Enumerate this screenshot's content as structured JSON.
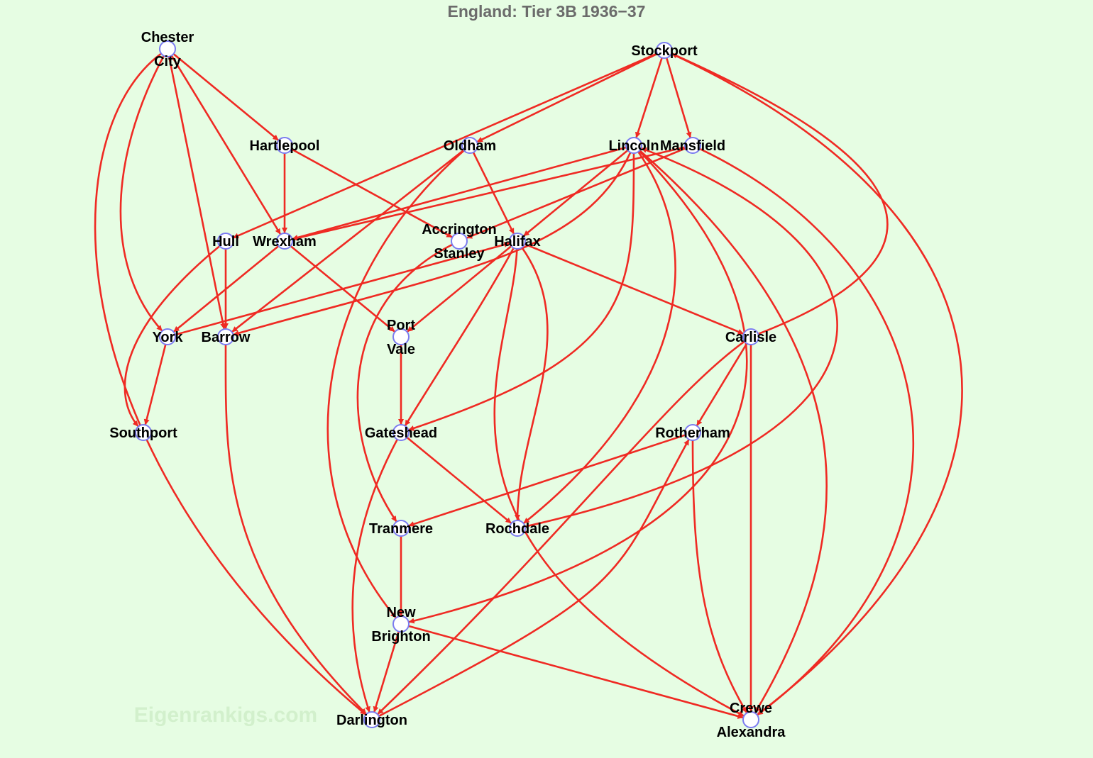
{
  "title": "England: Tier 3B 1936−37",
  "watermark": "Eigenrankigs.com",
  "colors": {
    "background": "#e6fde3",
    "edge": "#ef2a23",
    "node_stroke": "#7b7bf0",
    "node_fill": "#ffffff"
  },
  "nodes": [
    {
      "id": "chester",
      "label_lines": [
        "Chester",
        "City"
      ]
    },
    {
      "id": "stockport",
      "label_lines": [
        "Stockport"
      ]
    },
    {
      "id": "hartlepool",
      "label_lines": [
        "Hartlepool"
      ]
    },
    {
      "id": "oldham",
      "label_lines": [
        "Oldham"
      ]
    },
    {
      "id": "lincoln",
      "label_lines": [
        "Lincoln"
      ]
    },
    {
      "id": "mansfield",
      "label_lines": [
        "Mansfield"
      ]
    },
    {
      "id": "hull",
      "label_lines": [
        "Hull"
      ]
    },
    {
      "id": "wrexham",
      "label_lines": [
        "Wrexham"
      ]
    },
    {
      "id": "accrington",
      "label_lines": [
        "Accrington",
        "Stanley"
      ]
    },
    {
      "id": "halifax",
      "label_lines": [
        "Halifax"
      ]
    },
    {
      "id": "york",
      "label_lines": [
        "York"
      ]
    },
    {
      "id": "barrow",
      "label_lines": [
        "Barrow"
      ]
    },
    {
      "id": "portvale",
      "label_lines": [
        "Port",
        "Vale"
      ]
    },
    {
      "id": "carlisle",
      "label_lines": [
        "Carlisle"
      ]
    },
    {
      "id": "southport",
      "label_lines": [
        "Southport"
      ]
    },
    {
      "id": "gateshead",
      "label_lines": [
        "Gateshead"
      ]
    },
    {
      "id": "rotherham",
      "label_lines": [
        "Rotherham"
      ]
    },
    {
      "id": "tranmere",
      "label_lines": [
        "Tranmere"
      ]
    },
    {
      "id": "rochdale",
      "label_lines": [
        "Rochdale"
      ]
    },
    {
      "id": "newbrighton",
      "label_lines": [
        "New",
        "Brighton"
      ]
    },
    {
      "id": "darlington",
      "label_lines": [
        "Darlington"
      ]
    },
    {
      "id": "crewe",
      "label_lines": [
        "Crewe",
        "Alexandra"
      ]
    }
  ],
  "edges": [
    {
      "from": "chester",
      "to": "hartlepool"
    },
    {
      "from": "chester",
      "to": "wrexham"
    },
    {
      "from": "chester",
      "to": "york"
    },
    {
      "from": "chester",
      "to": "barrow"
    },
    {
      "from": "chester",
      "to": "darlington"
    },
    {
      "from": "stockport",
      "to": "oldham"
    },
    {
      "from": "stockport",
      "to": "lincoln"
    },
    {
      "from": "stockport",
      "to": "mansfield"
    },
    {
      "from": "stockport",
      "to": "hull"
    },
    {
      "from": "stockport",
      "to": "crewe"
    },
    {
      "from": "carlisle",
      "to": "stockport"
    },
    {
      "from": "hartlepool",
      "to": "wrexham"
    },
    {
      "from": "hartlepool",
      "to": "accrington"
    },
    {
      "from": "oldham",
      "to": "halifax"
    },
    {
      "from": "oldham",
      "to": "barrow"
    },
    {
      "from": "oldham",
      "to": "newbrighton"
    },
    {
      "from": "lincoln",
      "to": "wrexham"
    },
    {
      "from": "lincoln",
      "to": "halifax"
    },
    {
      "from": "lincoln",
      "to": "barrow"
    },
    {
      "from": "lincoln",
      "to": "gateshead"
    },
    {
      "from": "lincoln",
      "to": "rochdale"
    },
    {
      "from": "lincoln",
      "to": "newbrighton"
    },
    {
      "from": "lincoln",
      "to": "crewe"
    },
    {
      "from": "mansfield",
      "to": "wrexham"
    },
    {
      "from": "mansfield",
      "to": "accrington"
    },
    {
      "from": "mansfield",
      "to": "crewe"
    },
    {
      "from": "rochdale",
      "to": "lincoln"
    },
    {
      "from": "hull",
      "to": "barrow"
    },
    {
      "from": "hull",
      "to": "southport"
    },
    {
      "from": "wrexham",
      "to": "york"
    },
    {
      "from": "wrexham",
      "to": "portvale"
    },
    {
      "from": "accrington",
      "to": "tranmere"
    },
    {
      "from": "halifax",
      "to": "portvale"
    },
    {
      "from": "halifax",
      "to": "gateshead"
    },
    {
      "from": "halifax",
      "to": "rochdale"
    },
    {
      "from": "halifax",
      "to": "carlisle"
    },
    {
      "from": "halifax",
      "to": "crewe"
    },
    {
      "from": "york",
      "to": "halifax"
    },
    {
      "from": "york",
      "to": "southport"
    },
    {
      "from": "barrow",
      "to": "darlington"
    },
    {
      "from": "portvale",
      "to": "gateshead"
    },
    {
      "from": "carlisle",
      "to": "rotherham"
    },
    {
      "from": "carlisle",
      "to": "crewe"
    },
    {
      "from": "carlisle",
      "to": "darlington"
    },
    {
      "from": "gateshead",
      "to": "rochdale"
    },
    {
      "from": "gateshead",
      "to": "darlington"
    },
    {
      "from": "rotherham",
      "to": "tranmere"
    },
    {
      "from": "rotherham",
      "to": "crewe"
    },
    {
      "from": "darlington",
      "to": "rotherham"
    },
    {
      "from": "tranmere",
      "to": "newbrighton"
    },
    {
      "from": "newbrighton",
      "to": "darlington"
    },
    {
      "from": "newbrighton",
      "to": "crewe"
    }
  ]
}
